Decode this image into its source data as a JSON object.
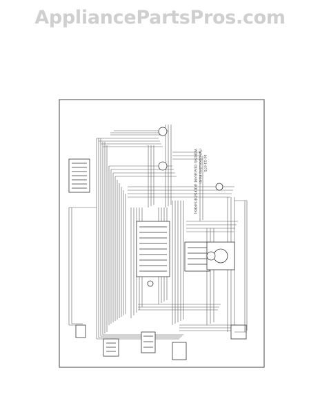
{
  "watermark": "AppliancePartsPros.com",
  "diagram": {
    "title_line1": "WIRING DIAGRAM (RDFS/DFS/RRS)",
    "title_line2": "(W/ COOLING FAN)",
    "part_number": "16-53-975"
  }
}
